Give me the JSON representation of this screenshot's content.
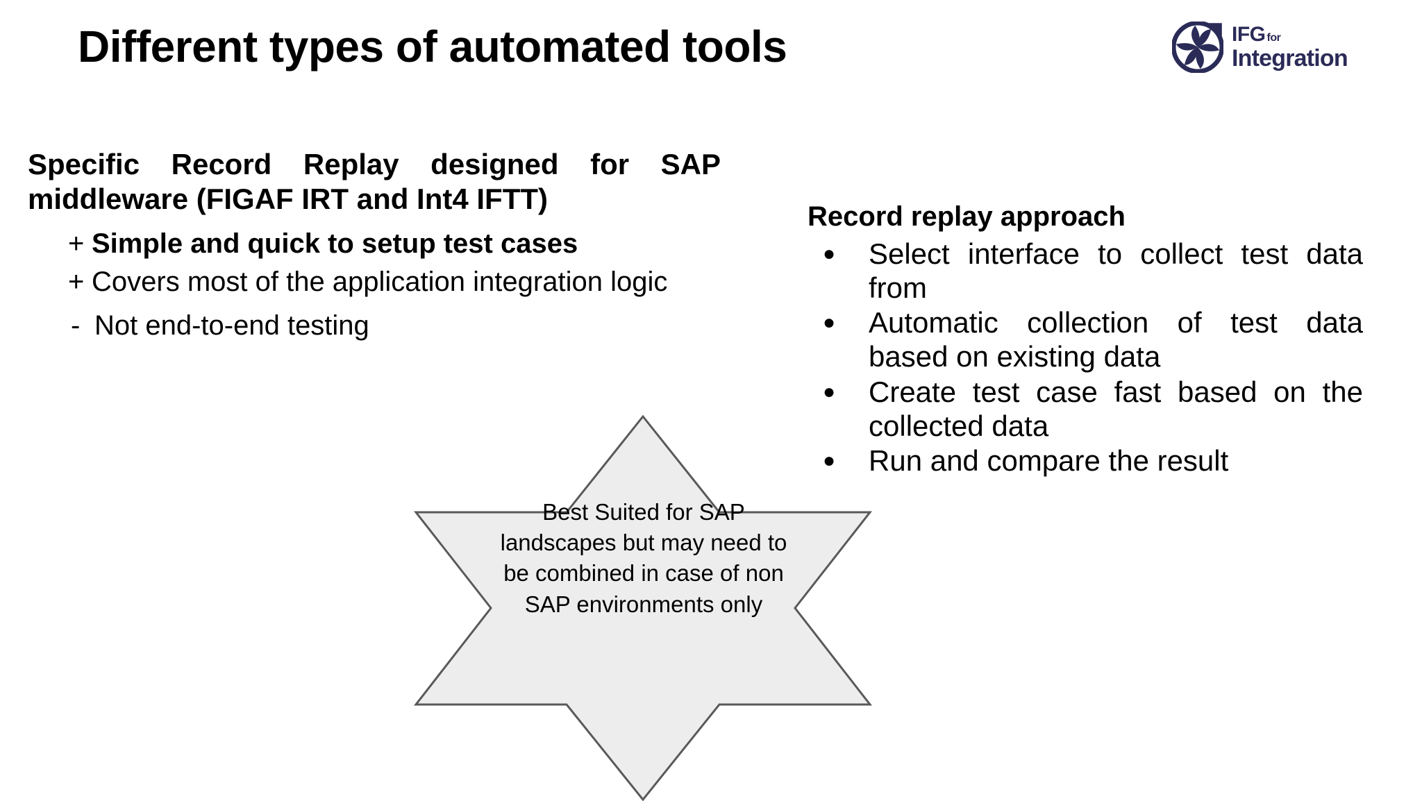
{
  "slide": {
    "title": "Different types of automated tools",
    "background_color": "#ffffff"
  },
  "logo": {
    "name": "ifg-for-integration-logo",
    "line1": "IFG",
    "superscript": "for",
    "line2": "Integration",
    "color": "#2b2b58",
    "mark": "aperture-icon"
  },
  "left_column": {
    "lead": "Specific Record Replay designed for SAP middleware (FIGAF IRT and Int4 IFTT)",
    "items": [
      {
        "marker": "+",
        "text": "Simple and quick to setup test cases",
        "bold": true
      },
      {
        "marker": "+",
        "text": "Covers most of the application integration logic",
        "bold": false
      },
      {
        "marker": "-",
        "text": "Not end-to-end testing",
        "bold": false
      }
    ]
  },
  "right_column": {
    "heading": "Record replay approach",
    "bullet_glyph": "●",
    "items": [
      "Select interface to collect test data from",
      "Automatic collection of test data based on existing data",
      "Create test case fast based on the collected data",
      "Run and compare the result"
    ]
  },
  "star": {
    "shape": "six-pointed-star",
    "fill_color": "#ededed",
    "stroke_color": "#595959",
    "text": "Best Suited for SAP landscapes but may need to be combined in case of non SAP environments only"
  }
}
